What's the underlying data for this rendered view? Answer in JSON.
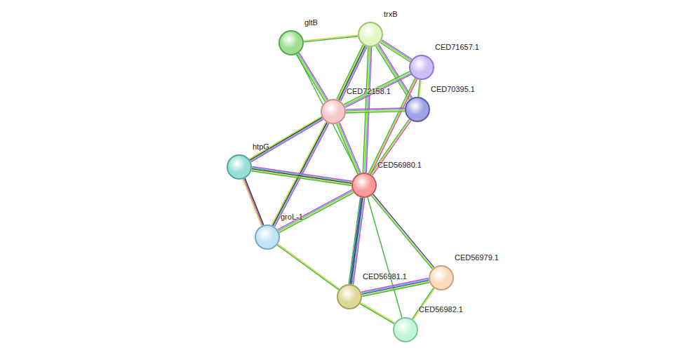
{
  "diagram": {
    "nodes": [
      {
        "text": [
          "gltB"
        ]
      },
      {
        "text": [
          "trxB"
        ]
      },
      {
        "text": [
          "CED71657.1"
        ]
      },
      {
        "text": [
          "CED72158.1"
        ]
      },
      {
        "text": [
          "CED70395.1"
        ]
      },
      {
        "text": [
          "htpG"
        ]
      },
      {
        "text": [
          "CED56980.1"
        ]
      },
      {
        "text": [
          "groL-1"
        ]
      },
      {
        "text": [
          "CED56981.1"
        ]
      },
      {
        "text": [
          "CED56979.1"
        ]
      },
      {
        "text": [
          "CED56982.1"
        ]
      }
    ],
    "edges": [
      {
        "from": 0,
        "to": 1,
        "arrow": "none"
      },
      {
        "from": 0,
        "to": 3,
        "arrow": "none"
      },
      {
        "from": 0,
        "to": 6,
        "arrow": "none"
      },
      {
        "from": 1,
        "to": 2,
        "arrow": "none"
      },
      {
        "from": 1,
        "to": 4,
        "arrow": "none"
      },
      {
        "from": 1,
        "to": 3,
        "arrow": "none"
      },
      {
        "from": 1,
        "to": 6,
        "arrow": "none"
      },
      {
        "from": 2,
        "to": 3,
        "arrow": "none"
      },
      {
        "from": 2,
        "to": 4,
        "arrow": "none"
      },
      {
        "from": 2,
        "to": 6,
        "arrow": "none"
      },
      {
        "from": 3,
        "to": 4,
        "arrow": "none"
      },
      {
        "from": 4,
        "to": 6,
        "arrow": "none"
      },
      {
        "from": 3,
        "to": 5,
        "arrow": "none"
      },
      {
        "from": 3,
        "to": 7,
        "arrow": "none"
      },
      {
        "from": 3,
        "to": 6,
        "arrow": "none"
      },
      {
        "from": 5,
        "to": 6,
        "arrow": "none"
      },
      {
        "from": 5,
        "to": 7,
        "arrow": "none"
      },
      {
        "from": 7,
        "to": 6,
        "arrow": "none"
      },
      {
        "from": 7,
        "to": 8,
        "arrow": "none"
      },
      {
        "from": 6,
        "to": 8,
        "arrow": "none"
      },
      {
        "from": 6,
        "to": 9,
        "arrow": "none"
      },
      {
        "from": 6,
        "to": 10,
        "arrow": "none"
      },
      {
        "from": 8,
        "to": 9,
        "arrow": "none"
      },
      {
        "from": 8,
        "to": 10,
        "arrow": "none"
      },
      {
        "from": 9,
        "to": 10,
        "arrow": "none"
      }
    ]
  }
}
